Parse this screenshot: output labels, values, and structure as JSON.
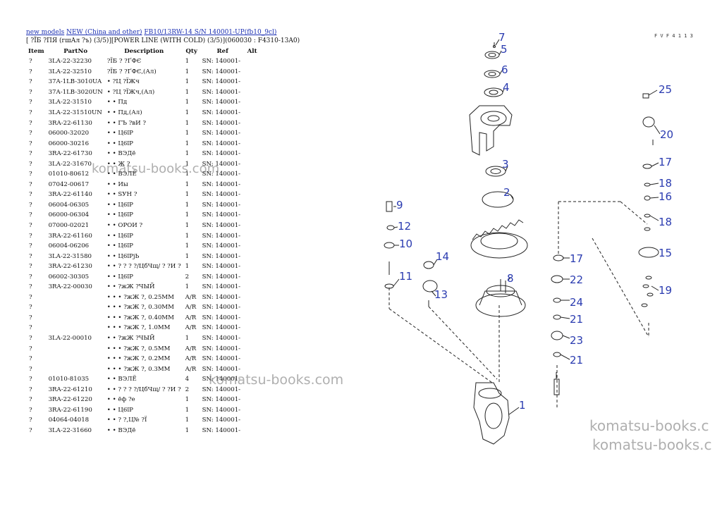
{
  "breadcrumb": {
    "link1": "new models",
    "link2": "NEW (China and other)",
    "link3": "FB10/13RW-14 S/N 140001-UP(fb10_9cl)",
    "subtitle": "[ ?ÏБ ?ПЯ (гшАл ?ъ) (3/5)][POWER LINE (WITH COLD) (3/5)](060030 : F4310-13A0)"
  },
  "table": {
    "headers": [
      "Item",
      "PartNo",
      "Description",
      "Qty",
      "Ref",
      "Alt"
    ],
    "rows": [
      {
        "item": "?",
        "partno": "3LA-22-32230",
        "desc": "?ÏБ ? ?ҐФЄ",
        "qty": "1",
        "ref": "SN: 140001-"
      },
      {
        "item": "?",
        "partno": "3LA-22-32510",
        "desc": "?ÏБ ? ?ҐФЄ,(Ал)",
        "qty": "1",
        "ref": "SN: 140001-"
      },
      {
        "item": "?",
        "partno": "37A-1LB-3010UA",
        "desc": "• ?Ц ?ÏЖч",
        "qty": "1",
        "ref": "SN: 140001-"
      },
      {
        "item": "?",
        "partno": "37A-1LB-3020UN",
        "desc": "• ?Ц ?ÏЖч,(Ал)",
        "qty": "1",
        "ref": "SN: 140001-"
      },
      {
        "item": "?",
        "partno": "3LA-22-31510",
        "desc": "• • Пд",
        "qty": "1",
        "ref": "SN: 140001-"
      },
      {
        "item": "?",
        "partno": "3LA-22-31510UN",
        "desc": "• • Пд,(Ал)",
        "qty": "1",
        "ref": "SN: 140001-"
      },
      {
        "item": "?",
        "partno": "3RA-22-61130",
        "desc": "• • ГЪ ?вИ ?",
        "qty": "1",
        "ref": "SN: 140001-"
      },
      {
        "item": "?",
        "partno": "06000-32020",
        "desc": "• • Ц6їР",
        "qty": "1",
        "ref": "SN: 140001-"
      },
      {
        "item": "?",
        "partno": "06000-30216",
        "desc": "• • Ц6їР",
        "qty": "1",
        "ref": "SN: 140001-"
      },
      {
        "item": "?",
        "partno": "3RA-22-61730",
        "desc": "• • ВЭДё",
        "qty": "1",
        "ref": "SN: 140001-"
      },
      {
        "item": "?",
        "partno": "3LA-22-31670",
        "desc": "• • Ж ?",
        "qty": "1",
        "ref": "SN: 140001-"
      },
      {
        "item": "?",
        "partno": "01010-80612",
        "desc": "• • ВЭЛЁ",
        "qty": "1",
        "ref": "SN: 140001-"
      },
      {
        "item": "?",
        "partno": "07042-00617",
        "desc": "• • Иы",
        "qty": "1",
        "ref": "SN: 140001-"
      },
      {
        "item": "?",
        "partno": "3RA-22-61140",
        "desc": "• • SУН ?",
        "qty": "1",
        "ref": "SN: 140001-"
      },
      {
        "item": "?",
        "partno": "06004-06305",
        "desc": "• • Ц6їР",
        "qty": "1",
        "ref": "SN: 140001-"
      },
      {
        "item": "?",
        "partno": "06000-06304",
        "desc": "• • Ц6їР",
        "qty": "1",
        "ref": "SN: 140001-"
      },
      {
        "item": "?",
        "partno": "07000-02021",
        "desc": "• • ОРОИ ?",
        "qty": "1",
        "ref": "SN: 140001-"
      },
      {
        "item": "?",
        "partno": "3RA-22-61160",
        "desc": "• • Ц6їР",
        "qty": "1",
        "ref": "SN: 140001-"
      },
      {
        "item": "?",
        "partno": "06004-06206",
        "desc": "• • Ц6їР",
        "qty": "1",
        "ref": "SN: 140001-"
      },
      {
        "item": "?",
        "partno": "3LA-22-31580",
        "desc": "• • Ц6їРјЬ",
        "qty": "1",
        "ref": "SN: 140001-"
      },
      {
        "item": "?",
        "partno": "3RA-22-61230",
        "desc": "• • ? ? ? ?/ЦбЧщ/ ? ?И ?",
        "qty": "1",
        "ref": "SN: 140001-"
      },
      {
        "item": "?",
        "partno": "06002-30305",
        "desc": "• • Ц6їР",
        "qty": "2",
        "ref": "SN: 140001-"
      },
      {
        "item": "?",
        "partno": "3RA-22-00030",
        "desc": "• • ?жЖ ?ЧЫЙ",
        "qty": "1",
        "ref": "SN: 140001-"
      },
      {
        "item": "?",
        "partno": "",
        "desc": "• • • ?жЖ ?, 0.25MM",
        "qty": "A/R",
        "ref": "SN: 140001-"
      },
      {
        "item": "?",
        "partno": "",
        "desc": "• • • ?жЖ ?, 0.30MM",
        "qty": "A/R",
        "ref": "SN: 140001-"
      },
      {
        "item": "?",
        "partno": "",
        "desc": "• • • ?жЖ ?, 0.40MM",
        "qty": "A/R",
        "ref": "SN: 140001-"
      },
      {
        "item": "?",
        "partno": "",
        "desc": "• • • ?жЖ ?, 1.0MM",
        "qty": "A/R",
        "ref": "SN: 140001-"
      },
      {
        "item": "?",
        "partno": "3LA-22-00010",
        "desc": "• • ?жЖ ?ЧЫЙ",
        "qty": "1",
        "ref": "SN: 140001-"
      },
      {
        "item": "?",
        "partno": "",
        "desc": "• • • ?жЖ ?, 0.5MM",
        "qty": "A/R",
        "ref": "SN: 140001-"
      },
      {
        "item": "?",
        "partno": "",
        "desc": "• • • ?жЖ ?, 0.2MM",
        "qty": "A/R",
        "ref": "SN: 140001-"
      },
      {
        "item": "?",
        "partno": "",
        "desc": "• • • ?жЖ ?, 0.3MM",
        "qty": "A/R",
        "ref": "SN: 140001-"
      },
      {
        "item": "?",
        "partno": "01010-81035",
        "desc": "• • ВЭЛЁ",
        "qty": "4",
        "ref": "SN: 140001-"
      },
      {
        "item": "?",
        "partno": "3RA-22-61210",
        "desc": "• • ? ? ? ?/ЦбЧщ/ ? ?И ?",
        "qty": "2",
        "ref": "SN: 140001-"
      },
      {
        "item": "?",
        "partno": "3RA-22-61220",
        "desc": "• • ёф ?е",
        "qty": "1",
        "ref": "SN: 140001-"
      },
      {
        "item": "?",
        "partno": "3RA-22-61190",
        "desc": "• • Ц6їР",
        "qty": "1",
        "ref": "SN: 140001-"
      },
      {
        "item": "?",
        "partno": "04064-04018",
        "desc": "• • ? ?,Ц№ ?Ï",
        "qty": "1",
        "ref": "SN: 140001-"
      },
      {
        "item": "?",
        "partno": "3LA-22-31660",
        "desc": "• • ВЭДё",
        "qty": "1",
        "ref": "SN: 140001-"
      }
    ]
  },
  "diagram": {
    "code": "F V F 4 1 1 3",
    "labels": [
      "1",
      "2",
      "3",
      "4",
      "5",
      "6",
      "7",
      "8",
      "9",
      "10",
      "11",
      "12",
      "13",
      "14",
      "15",
      "16",
      "17",
      "18",
      "19",
      "20",
      "21",
      "22",
      "23",
      "24",
      "25"
    ],
    "extra_labels": {
      "17b": "17",
      "18b": "18",
      "21b": "21"
    }
  },
  "watermarks": [
    "komatsu-books.com",
    "komatsu-books.com",
    "komatsu-books.c",
    "komatsu-books.c"
  ]
}
